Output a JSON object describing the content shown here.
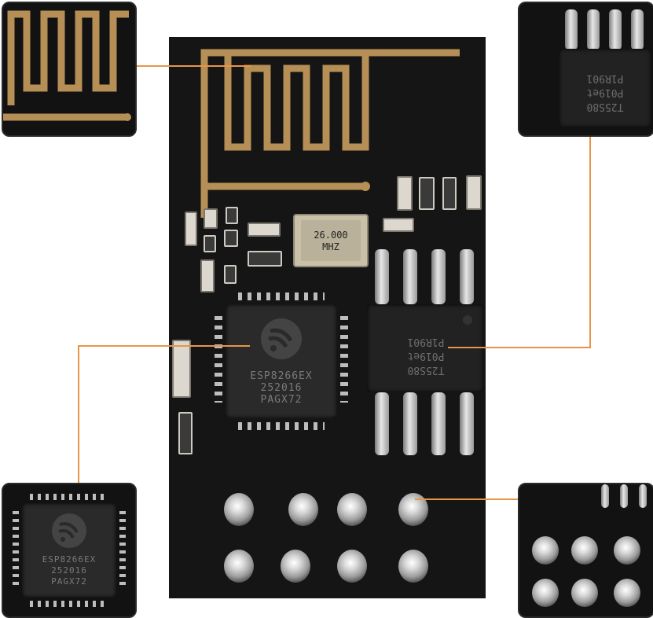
{
  "crystal": {
    "line1": "26.000",
    "line2": "MHZ"
  },
  "esp_chip": {
    "line1": "ESP8266EX",
    "line2": "252016",
    "line3": "PAGX72"
  },
  "flash_chip": {
    "line1": "T25S80",
    "line2": "P019et",
    "line3": "P1R901"
  },
  "colors": {
    "board": "#151515",
    "antenna": "#b58f55",
    "callout": "#e8954a"
  }
}
